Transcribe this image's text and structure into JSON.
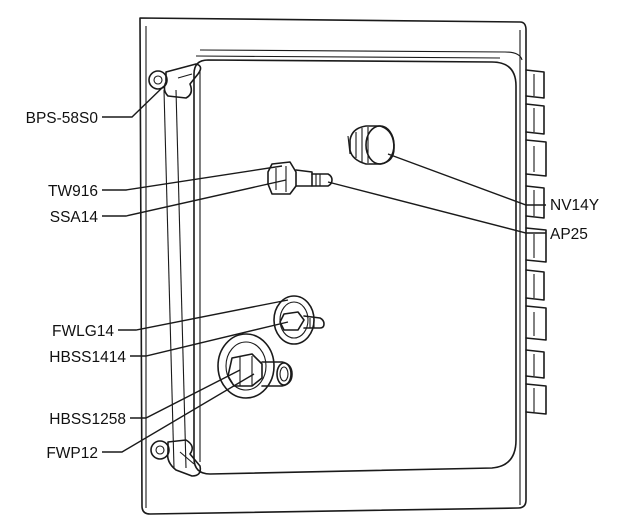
{
  "diagram": {
    "labels": {
      "bps": "BPS-58S0",
      "tw": "TW916",
      "ssa": "SSA14",
      "fwlg": "FWLG14",
      "hbss1414": "HBSS1414",
      "hbss1258": "HBSS1258",
      "fwp": "FWP12",
      "nv": "NV14Y",
      "ap": "AP25"
    },
    "colors": {
      "line": "#1a1a1a",
      "panel": "#ffffff",
      "shade": "#d9d9d9"
    }
  }
}
